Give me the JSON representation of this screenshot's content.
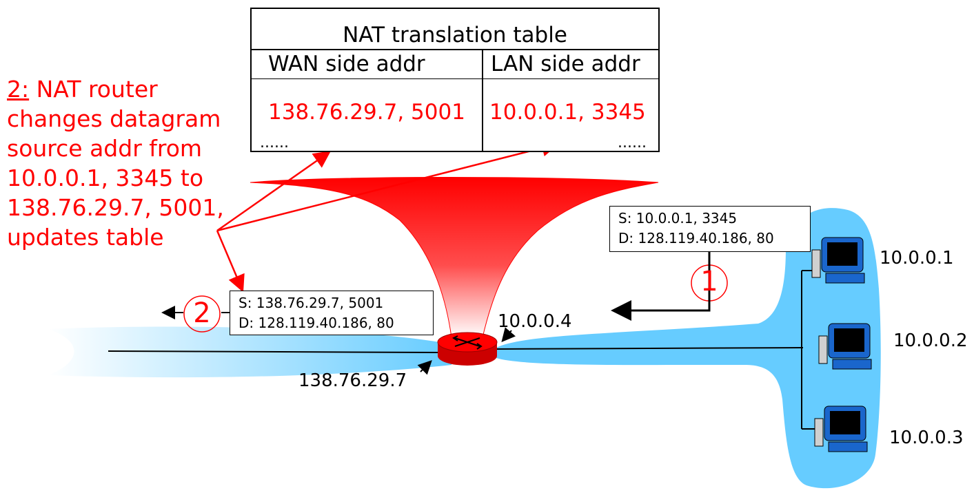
{
  "table": {
    "title": "NAT translation table",
    "wan_header": "WAN side addr",
    "lan_header": "LAN side addr",
    "wan_entry": "138.76.29.7, 5001",
    "lan_entry": "10.0.0.1, 3345",
    "wan_ellipsis": "......",
    "lan_ellipsis": "......"
  },
  "annotation": {
    "step": "2:",
    "lines": [
      " NAT router",
      "changes datagram",
      "source addr from",
      "10.0.0.1, 3345 to",
      "138.76.29.7, 5001,",
      "updates table"
    ]
  },
  "lan_packet": {
    "src": "S: 10.0.0.1, 3345",
    "dst": "D: 128.119.40.186, 80"
  },
  "wan_packet": {
    "src": "S: 138.76.29.7, 5001",
    "dst": "D: 128.119.40.186, 80"
  },
  "steps": {
    "one": "1",
    "two": "2"
  },
  "addresses": {
    "router_lan": "10.0.0.4",
    "router_wan": "138.76.29.7",
    "host1": "10.0.0.1",
    "host2": "10.0.0.2",
    "host3": "10.0.0.3"
  },
  "colors": {
    "red": "#ff0000",
    "lan_blue": "#66ccff",
    "router_red": "#ff0000"
  }
}
